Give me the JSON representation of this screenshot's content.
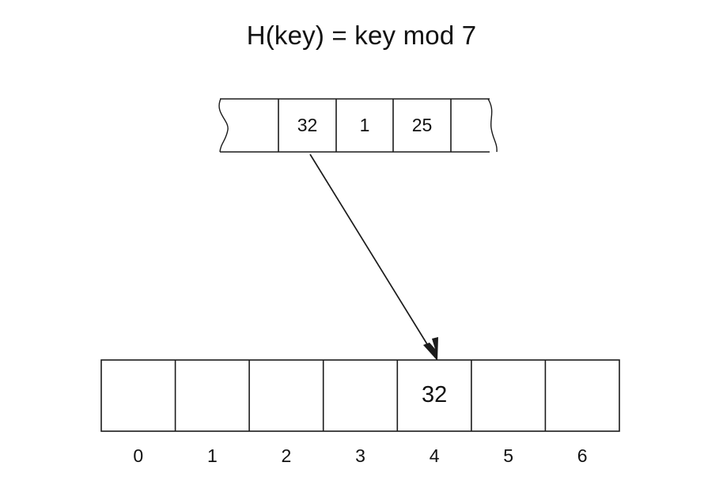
{
  "title": "H(key) = key mod 7",
  "colors": {
    "background": "#ffffff",
    "stroke": "#1b1b1b",
    "text": "#111111"
  },
  "input_array": {
    "name": "input-key-stream",
    "left_edge_style": "wavy-continuation",
    "right_edge_style": "wavy-continuation",
    "cells": [
      {
        "value": "",
        "index": 0
      },
      {
        "value": "32",
        "index": 1
      },
      {
        "value": "1",
        "index": 2
      },
      {
        "value": "25",
        "index": 3
      },
      {
        "value": "",
        "index": 4
      }
    ]
  },
  "hash_table": {
    "name": "hash-table",
    "slot_count": 7,
    "index_labels": [
      "0",
      "1",
      "2",
      "3",
      "4",
      "5",
      "6"
    ],
    "slots": [
      {
        "index": "0",
        "value": ""
      },
      {
        "index": "1",
        "value": ""
      },
      {
        "index": "2",
        "value": ""
      },
      {
        "index": "3",
        "value": ""
      },
      {
        "index": "4",
        "value": "32"
      },
      {
        "index": "5",
        "value": ""
      },
      {
        "index": "6",
        "value": ""
      }
    ]
  },
  "arrow": {
    "name": "hash-mapping-arrow",
    "from_label": "32",
    "to_index": "4"
  }
}
